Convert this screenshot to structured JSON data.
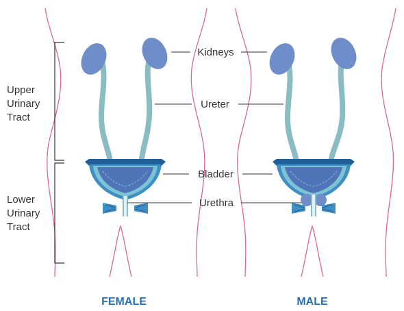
{
  "colors": {
    "body_outline": "#d9669a",
    "kidney": "#6f8ec9",
    "ureter": "#8bbcc4",
    "bladder_dark": "#1f5f99",
    "bladder_mid": "#3f8fc2",
    "bladder_light": "#7cc3d6",
    "bladder_inner": "#4f74b8",
    "label_line": "#333333",
    "caption": "#2a6fb0"
  },
  "labels": {
    "kidneys": "Kidneys",
    "ureter": "Ureter",
    "bladder": "Bladder",
    "urethra": "Urethra"
  },
  "sections": {
    "upper": [
      "Upper",
      "Urinary",
      "Tract"
    ],
    "lower": [
      "Lower",
      "Urinary",
      "Tract"
    ]
  },
  "captions": {
    "female": "FEMALE",
    "male": "MALE"
  }
}
